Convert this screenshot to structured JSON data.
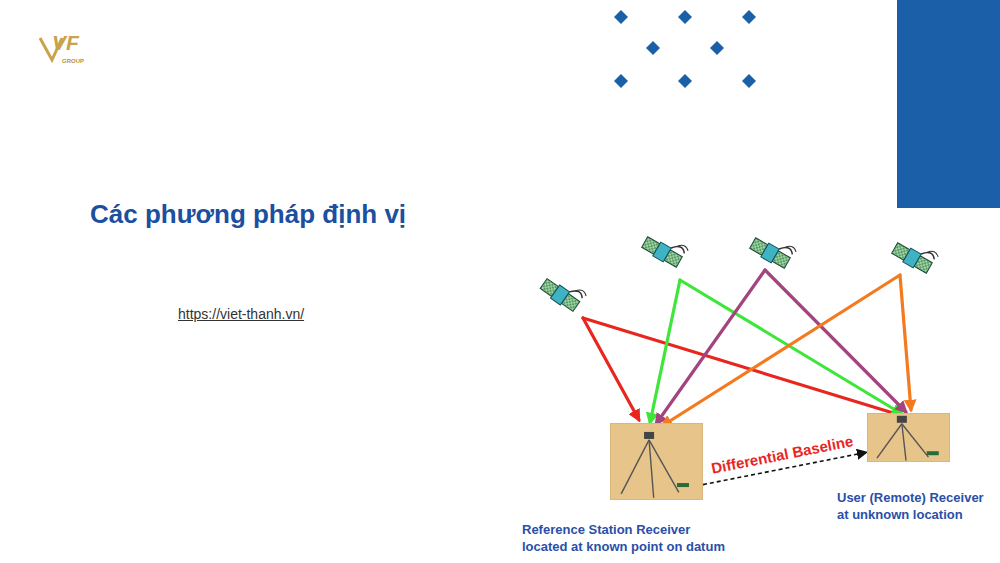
{
  "diagram": {
    "title": "Các phương pháp định vị",
    "nodes": [
      {
        "text": [
          "Reference Station Receiver located at known point on datum"
        ]
      },
      {
        "text": [
          "User (Remote) Receiver at unknown location"
        ]
      }
    ],
    "edges": [
      {
        "from": 0,
        "to": 1,
        "arrow": "to",
        "label": "Differential Baseline"
      }
    ],
    "labels": [
      "VF",
      "GROUP",
      "https://viet-thanh.vn/"
    ]
  }
}
